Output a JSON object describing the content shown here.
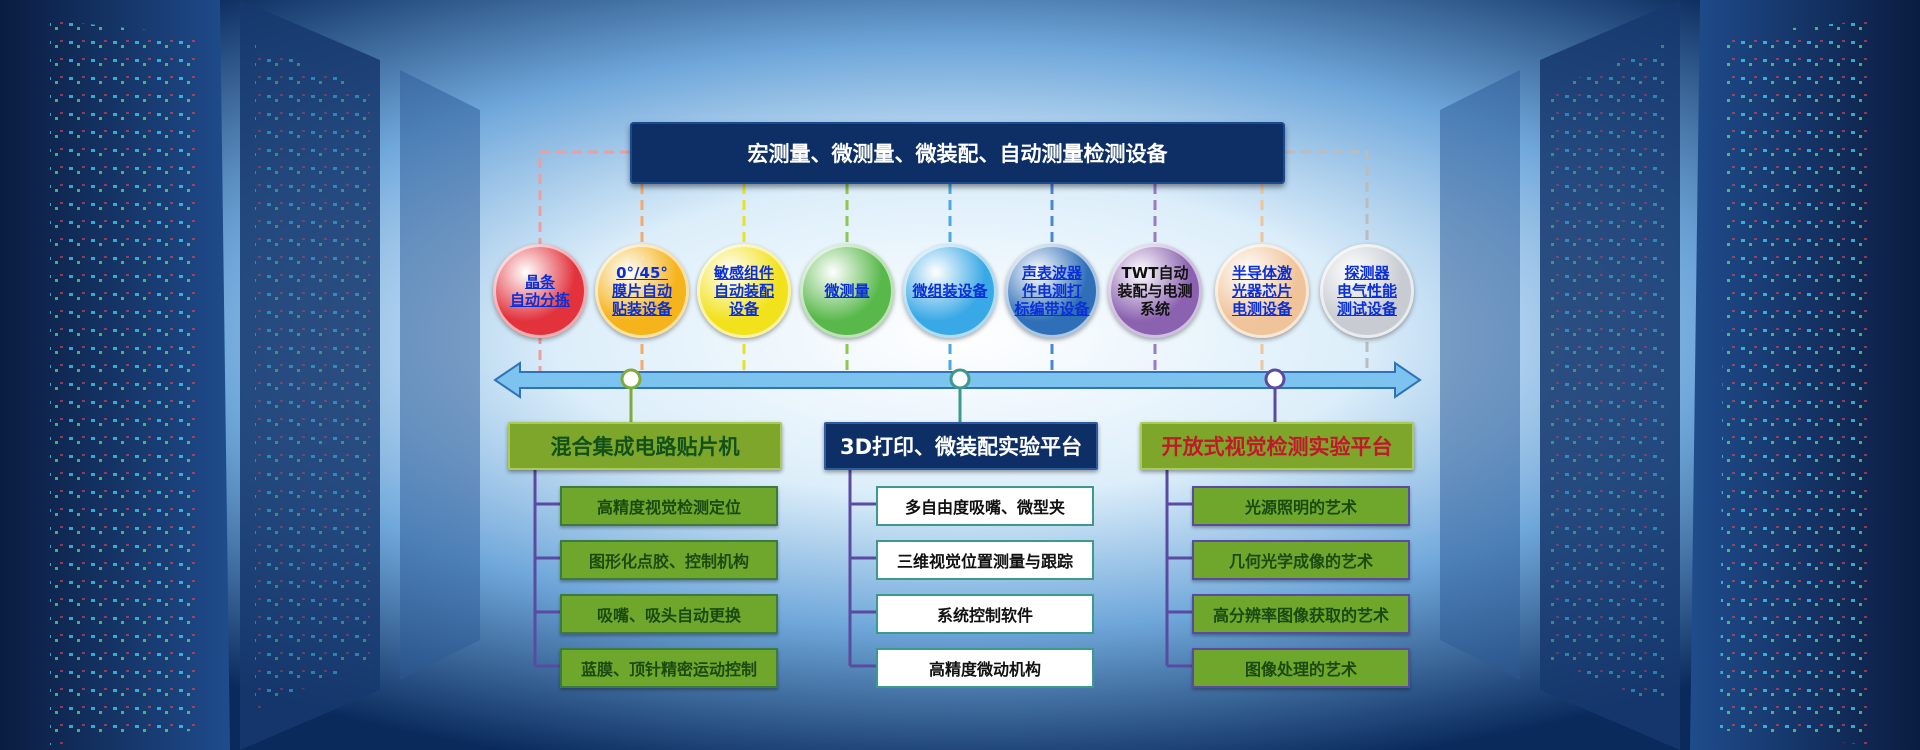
{
  "top_banner": "宏测量、微测量、微装配、自动测量检测设备",
  "circles": [
    {
      "label": "晶条\n自动分拣",
      "link": true,
      "color": "#e2323c"
    },
    {
      "label": "0°/45°\n膜片自动\n贴装设备",
      "link": true,
      "color": "#f5b31c"
    },
    {
      "label": "敏感组件\n自动装配\n设备",
      "link": true,
      "color": "#f2e21c"
    },
    {
      "label": "微测量",
      "link": true,
      "color": "#58b84a"
    },
    {
      "label": "微组装设备",
      "link": true,
      "color": "#39a8e6"
    },
    {
      "label": "声表波器\n件电测打\n标编带设备",
      "link": true,
      "color": "#2f6fb8"
    },
    {
      "label": "TWT自动\n装配与电测\n系统",
      "link": false,
      "color": "#8b62b0"
    },
    {
      "label": "半导体激\n光器芯片\n电测设备",
      "link": true,
      "color": "#f0c49a"
    },
    {
      "label": "探测器\n电气性能\n测试设备",
      "link": true,
      "color": "#c8ccd2"
    }
  ],
  "columns": [
    {
      "title": "混合集成电路贴片机",
      "items": [
        "高精度视觉检测定位",
        "图形化点胶、控制机构",
        "吸嘴、吸头自动更换",
        "蓝膜、顶针精密运动控制"
      ]
    },
    {
      "title": "3D打印、微装配实验平台",
      "items": [
        "多自由度吸嘴、微型夹",
        "三维视觉位置测量与跟踪",
        "系统控制软件",
        "高精度微动机构"
      ]
    },
    {
      "title": "开放式视觉检测实验平台",
      "items": [
        "光源照明的艺术",
        "几何光学成像的艺术",
        "高分辨率图像获取的艺术",
        "图像处理的艺术"
      ]
    }
  ]
}
